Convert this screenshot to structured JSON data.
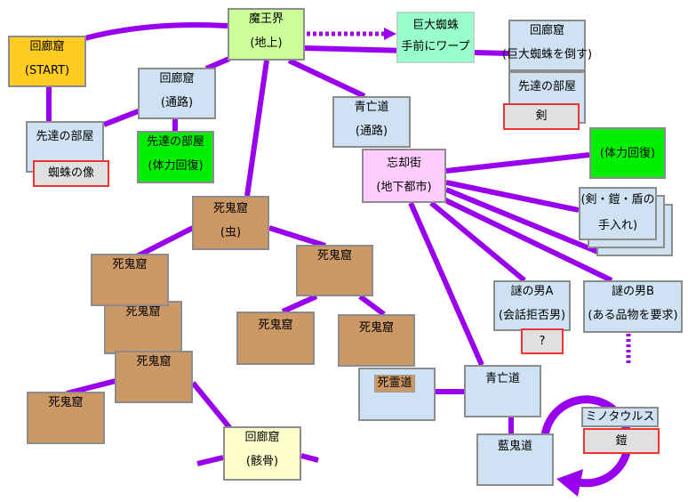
{
  "diagram": {
    "start": {
      "title": "回廊窟",
      "note": "(START)"
    },
    "surface": {
      "title": "魔王界",
      "note": "(地上)"
    },
    "warp": {
      "title": "巨大蜘蛛",
      "note": "手前にワープ"
    },
    "corridor_boss": {
      "title": "回廊窟",
      "note": "(巨大蜘蛛を倒す)"
    },
    "elder_room_sword": {
      "title": "先達の部屋",
      "item": "剣"
    },
    "corridor_path": {
      "title": "回廊窟",
      "note": "(通路)"
    },
    "elder_room_statue": {
      "title": "先達の部屋",
      "item": "蜘蛛の像"
    },
    "elder_room_heal": {
      "title": "先達の部屋",
      "note": "(体力回復)"
    },
    "blue_path_upper": {
      "title": "青亡道",
      "note": "(通路)"
    },
    "oblivion_town": {
      "title": "忘却街",
      "note": "(地下都市)"
    },
    "town_heal": {
      "note": "(体力回復)"
    },
    "town_smith": {
      "title": "(剣・鎧・盾の",
      "note": "手入れ)"
    },
    "man_a": {
      "title": "謎の男A",
      "note": "(会話拒否男)",
      "item": "?"
    },
    "man_b": {
      "title": "謎の男B",
      "note": "(ある品物を要求)"
    },
    "death_bug": {
      "title": "死鬼窟",
      "note": "(虫)"
    },
    "death_east": {
      "title": "死鬼窟"
    },
    "death_east_a": {
      "title": "死鬼窟"
    },
    "death_east_b": {
      "title": "死鬼窟"
    },
    "death_west_1": {
      "title": "死鬼窟"
    },
    "death_west_2": {
      "title": "死鬼窟"
    },
    "death_west_3": {
      "title": "死鬼窟"
    },
    "death_far_west": {
      "title": "死鬼窟"
    },
    "corridor_skeleton": {
      "title": "回廊窟",
      "note": "(骸骨)"
    },
    "spirit_path": {
      "title": "死霊道"
    },
    "blue_path_lower": {
      "title": "青亡道"
    },
    "indigo_path": {
      "title": "藍鬼道"
    },
    "minotaur": {
      "title": "ミノタウルス",
      "item": "鎧"
    }
  },
  "colors": {
    "edge": "#9900EE",
    "cave": "#CFE2F3",
    "death": "#CC9966",
    "start": "#FFCC22",
    "surface": "#CCFF99",
    "warp": "#99FFCC",
    "town": "#FFCCFF",
    "heal": "#00F000",
    "skeleton": "#FFFFCC",
    "item-fill": "#E0E0E0",
    "item-border": "#EE3333"
  }
}
